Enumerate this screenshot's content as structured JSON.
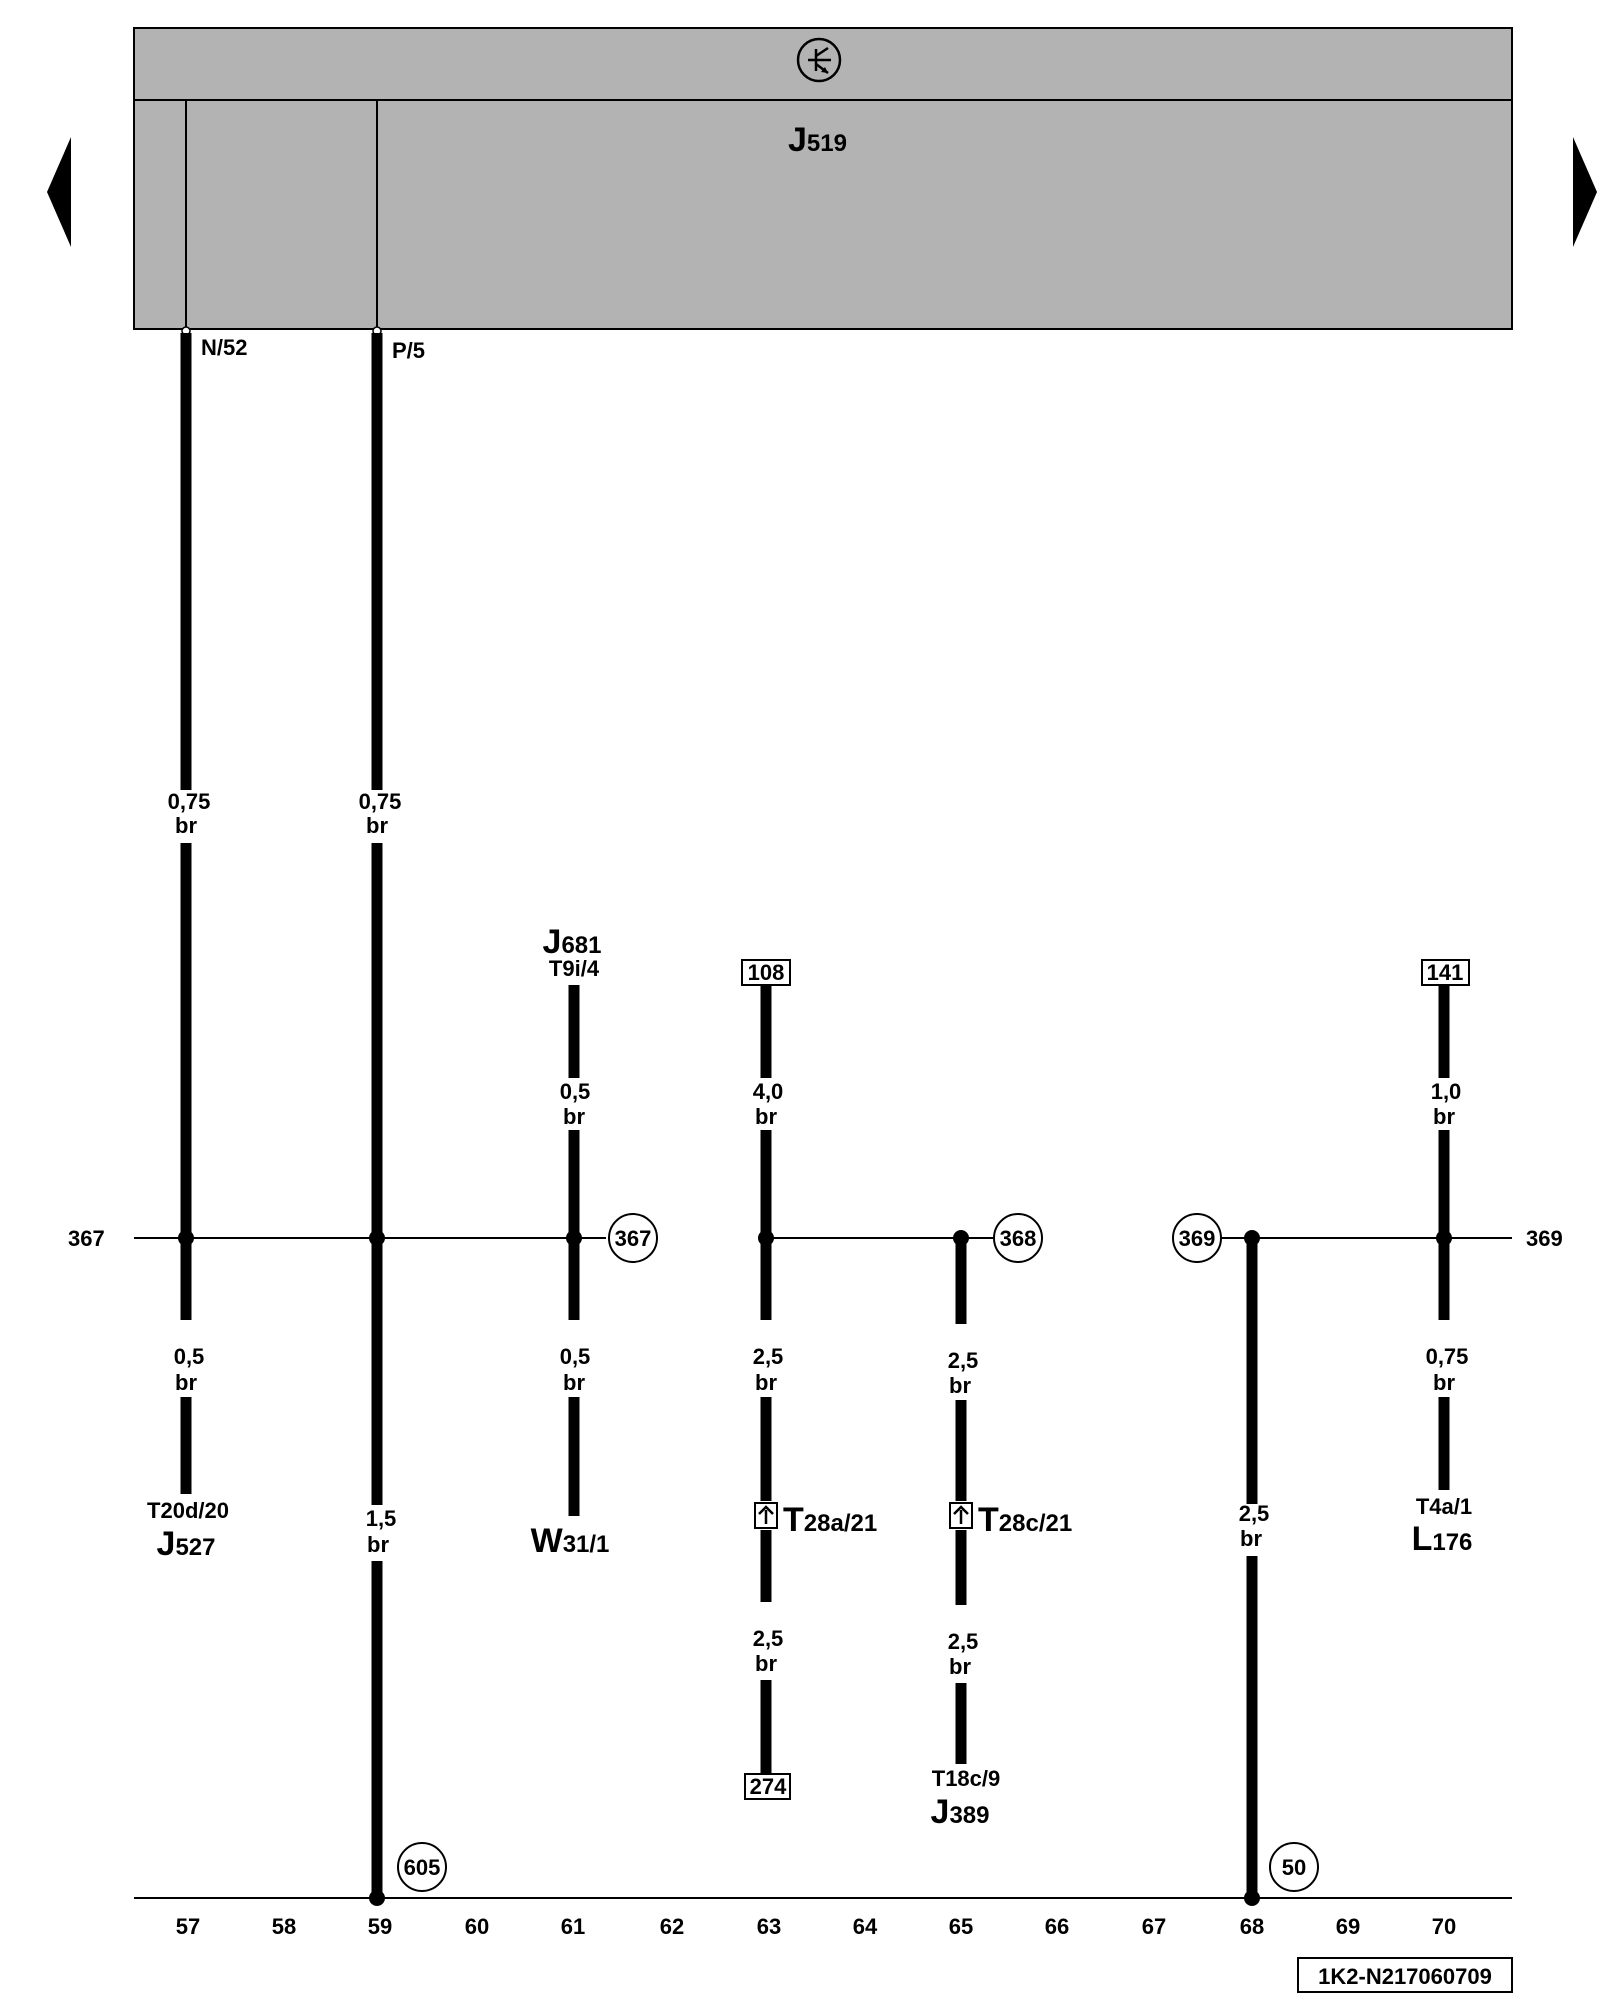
{
  "module": {
    "name": "J",
    "sub": "519",
    "symbol_icon": "ground-transistor-icon",
    "pins": [
      {
        "label": "N/52",
        "column": "57"
      },
      {
        "label": "P/5",
        "column": "59"
      }
    ]
  },
  "nav": {
    "prev_icon": "triangle-left-icon",
    "next_icon": "triangle-right-icon"
  },
  "columns": [
    "57",
    "58",
    "59",
    "60",
    "61",
    "62",
    "63",
    "64",
    "65",
    "66",
    "67",
    "68",
    "69",
    "70"
  ],
  "bus": {
    "left_ref": "367",
    "right_ref": "369",
    "circles": [
      {
        "id": "c367",
        "text": "367"
      },
      {
        "id": "c368",
        "text": "368"
      },
      {
        "id": "c369",
        "text": "369"
      }
    ]
  },
  "wires": [
    {
      "id": "w57a",
      "size": "0,75",
      "color": "br"
    },
    {
      "id": "w59a",
      "size": "0,75",
      "color": "br"
    },
    {
      "id": "w57b",
      "size": "0,5",
      "color": "br"
    },
    {
      "id": "w59b",
      "size": "1,5",
      "color": "br"
    },
    {
      "id": "w61a",
      "size": "0,5",
      "color": "br"
    },
    {
      "id": "w61b",
      "size": "0,5",
      "color": "br"
    },
    {
      "id": "w63a",
      "size": "4,0",
      "color": "br"
    },
    {
      "id": "w63b",
      "size": "2,5",
      "color": "br"
    },
    {
      "id": "w63c",
      "size": "2,5",
      "color": "br"
    },
    {
      "id": "w65a",
      "size": "2,5",
      "color": "br"
    },
    {
      "id": "w65b",
      "size": "2,5",
      "color": "br"
    },
    {
      "id": "w68",
      "size": "2,5",
      "color": "br"
    },
    {
      "id": "w70a",
      "size": "1,0",
      "color": "br"
    },
    {
      "id": "w70b",
      "size": "0,75",
      "color": "br"
    }
  ],
  "components": [
    {
      "id": "j681",
      "connector": "T9i/4",
      "name": "J",
      "sub": "681"
    },
    {
      "id": "j527",
      "connector": "T20d/20",
      "name": "J",
      "sub": "527"
    },
    {
      "id": "w31",
      "connector": "",
      "name": "W",
      "sub": "31/1"
    },
    {
      "id": "t28a",
      "connector": "",
      "name": "T",
      "sub": "28a/21"
    },
    {
      "id": "t28c",
      "connector": "",
      "name": "T",
      "sub": "28c/21"
    },
    {
      "id": "j389",
      "connector": "T18c/9",
      "name": "J",
      "sub": "389"
    },
    {
      "id": "l176",
      "connector": "T4a/1",
      "name": "L",
      "sub": "176"
    }
  ],
  "refs": {
    "box108": "108",
    "box141": "141",
    "box274": "274",
    "ground605": "605",
    "ground50": "50"
  },
  "doc_id": "1K2-N217060709"
}
